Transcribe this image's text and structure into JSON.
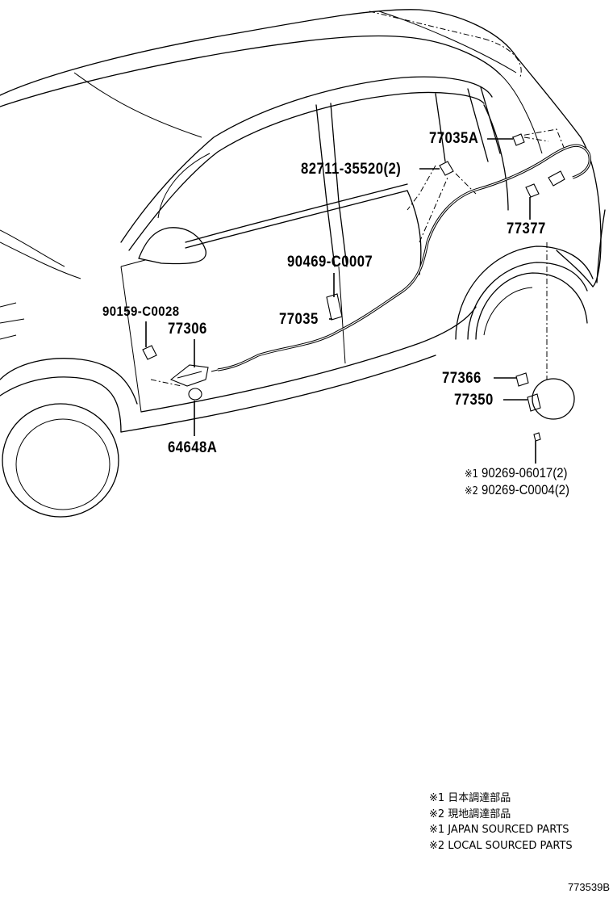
{
  "parts": {
    "p77035a": "77035A",
    "p82711": "82711-35520(2)",
    "p77377": "77377",
    "p90469": "90469-C0007",
    "p90159": "90159-C0028",
    "p77306": "77306",
    "p77035": "77035",
    "p64648a": "64648A",
    "p77366": "77366",
    "p77350": "77350"
  },
  "notes": {
    "n1_mark": "※1",
    "n1_part": "90269-06017(2)",
    "n2_mark": "※2",
    "n2_part": "90269-C0004(2)"
  },
  "legend": [
    "※1 日本調達部品",
    "※2 現地調達部品",
    "※1 JAPAN SOURCED PARTS",
    "※2 LOCAL SOURCED PARTS"
  ],
  "diagram_code": "773539B"
}
